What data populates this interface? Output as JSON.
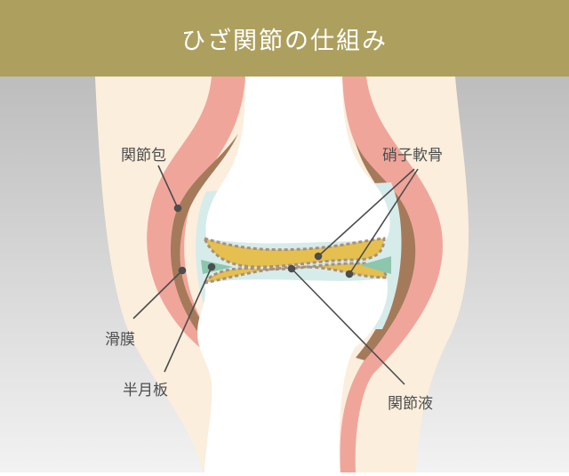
{
  "header": {
    "title": "ひざ関節の仕組み"
  },
  "labels": {
    "joint_capsule": "関節包",
    "hyaline_cartilage": "硝子軟骨",
    "synovium": "滑膜",
    "meniscus": "半月板",
    "synovial_fluid": "関節液"
  },
  "colors": {
    "header": "#ada05f",
    "skin": "#fbeedd",
    "capsule": "#f0a59a",
    "synovium": "#a57a5a",
    "cartilage": "#e6c04e",
    "fluid": "#d6ecea",
    "meniscus": "#8cc6ad"
  }
}
